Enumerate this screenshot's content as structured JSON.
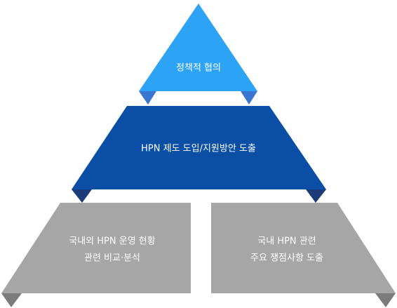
{
  "diagram": {
    "top": {
      "label": "정책적 협의",
      "color": "#2da3f5",
      "fold_color": "#3a76cf"
    },
    "middle": {
      "label": "HPN 제도 도입/지원방안 도출",
      "color": "#0a4ea5",
      "fold_color": "#1b3c77"
    },
    "bottom_left": {
      "line1": "국내외 HPN 운영 현황",
      "line2": "관련 비교·분석",
      "color": "#a6a6a6",
      "fold_color": "#7b7b7b"
    },
    "bottom_right": {
      "line1": "국내 HPN 관련",
      "line2": "주요 쟁점사항 도출",
      "color": "#a6a6a6",
      "fold_color": "#7b7b7b"
    }
  }
}
